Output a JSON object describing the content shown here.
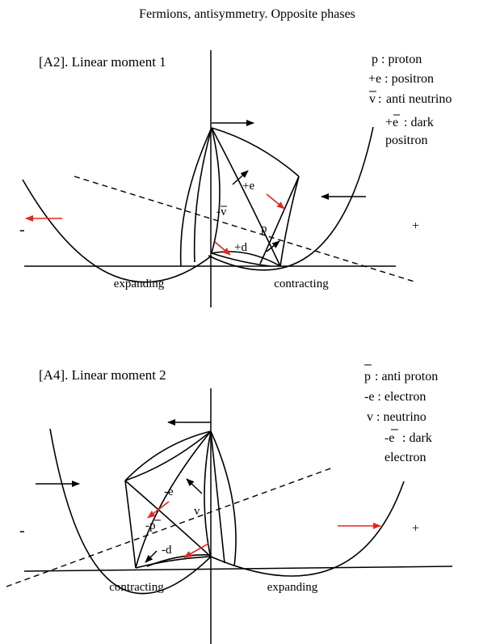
{
  "title": "Fermions, antisymmetry. Opposite phases",
  "colors": {
    "ink": "#000000",
    "accent": "#e8231f",
    "background": "#ffffff"
  },
  "panels": [
    {
      "heading": "[A2]. Linear moment 1",
      "legend": [
        {
          "symbol": "p",
          "desc": "proton",
          "text": "p : proton"
        },
        {
          "symbol": "+e",
          "desc": "positron",
          "text": "+e : positron"
        },
        {
          "symbol": "v",
          "overbar": true,
          "desc": "anti neutrino",
          "text": "anti neutrino"
        },
        {
          "symbol": "+e",
          "overbar": true,
          "desc": "dark positron",
          "text": ": dark",
          "text2": "positron"
        }
      ],
      "side_left": "-",
      "side_right": "+",
      "label_left": "expanding",
      "label_right": "contracting",
      "particle_labels": {
        "a": "+e",
        "b": "-v",
        "c": "p",
        "d": "+d"
      }
    },
    {
      "heading": "[A4]. Linear moment 2",
      "legend": [
        {
          "symbol": "p",
          "overbar": true,
          "desc": "anti proton",
          "text": ": anti proton"
        },
        {
          "symbol": "-e",
          "desc": "electron",
          "text": "-e : electron"
        },
        {
          "symbol": "v",
          "desc": "neutrino",
          "text": "v : neutrino"
        },
        {
          "symbol": "-e",
          "overbar": true,
          "desc": "dark electron",
          "text": ": dark",
          "text2": "electron"
        }
      ],
      "side_left": "-",
      "side_right": "+",
      "label_left": "contracting",
      "label_right": "expanding",
      "particle_labels": {
        "a": "-e",
        "b": "v",
        "c": "-p",
        "d": "-d"
      }
    }
  ]
}
